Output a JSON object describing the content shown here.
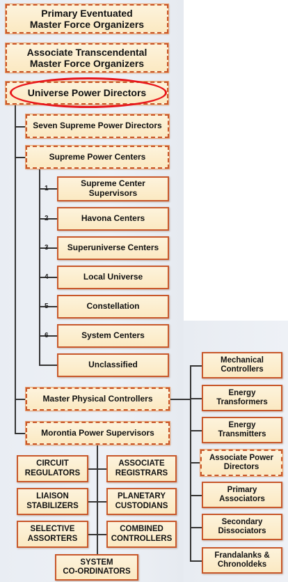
{
  "top": {
    "primary": "Primary Eventuated\nMaster Force Organizers",
    "associate": "Associate Transcendental\nMaster Force Organizers",
    "universe": "Universe Power Directors"
  },
  "tier2": {
    "seven": "Seven Supreme Power Directors",
    "centers": "Supreme Power Centers",
    "master_physical": "Master Physical Controllers",
    "morontia": "Morontia Power Supervisors"
  },
  "centers_list": [
    {
      "num": "1",
      "label": "Supreme Center\nSupervisors"
    },
    {
      "num": "2",
      "label": "Havona Centers"
    },
    {
      "num": "3",
      "label": "Superuniverse Centers"
    },
    {
      "num": "4",
      "label": "Local Universe"
    },
    {
      "num": "5",
      "label": "Constellation"
    },
    {
      "num": "6",
      "label": "System Centers"
    },
    {
      "num": "",
      "label": "Unclassified"
    }
  ],
  "controllers": [
    "Mechanical\nControllers",
    "Energy\nTransformers",
    "Energy\nTransmitters",
    "Associate Power\nDirectors",
    "Primary\nAssociators",
    "Secondary\nDissociators",
    "Frandalanks &\nChronoldeks"
  ],
  "morontia_list": [
    "CIRCUIT\nREGULATORS",
    "ASSOCIATE\nREGISTRARS",
    "LIAISON\nSTABILIZERS",
    "PLANETARY\nCUSTODIANS",
    "SELECTIVE\nASSORTERS",
    "COMBINED\nCONTROLLERS",
    "SYSTEM\nCO-ORDINATORS"
  ],
  "colors": {
    "box_border": "#c8572a",
    "box_fill": "#fbe9c2",
    "highlight_oval": "#e8161b",
    "connector": "#333333"
  }
}
